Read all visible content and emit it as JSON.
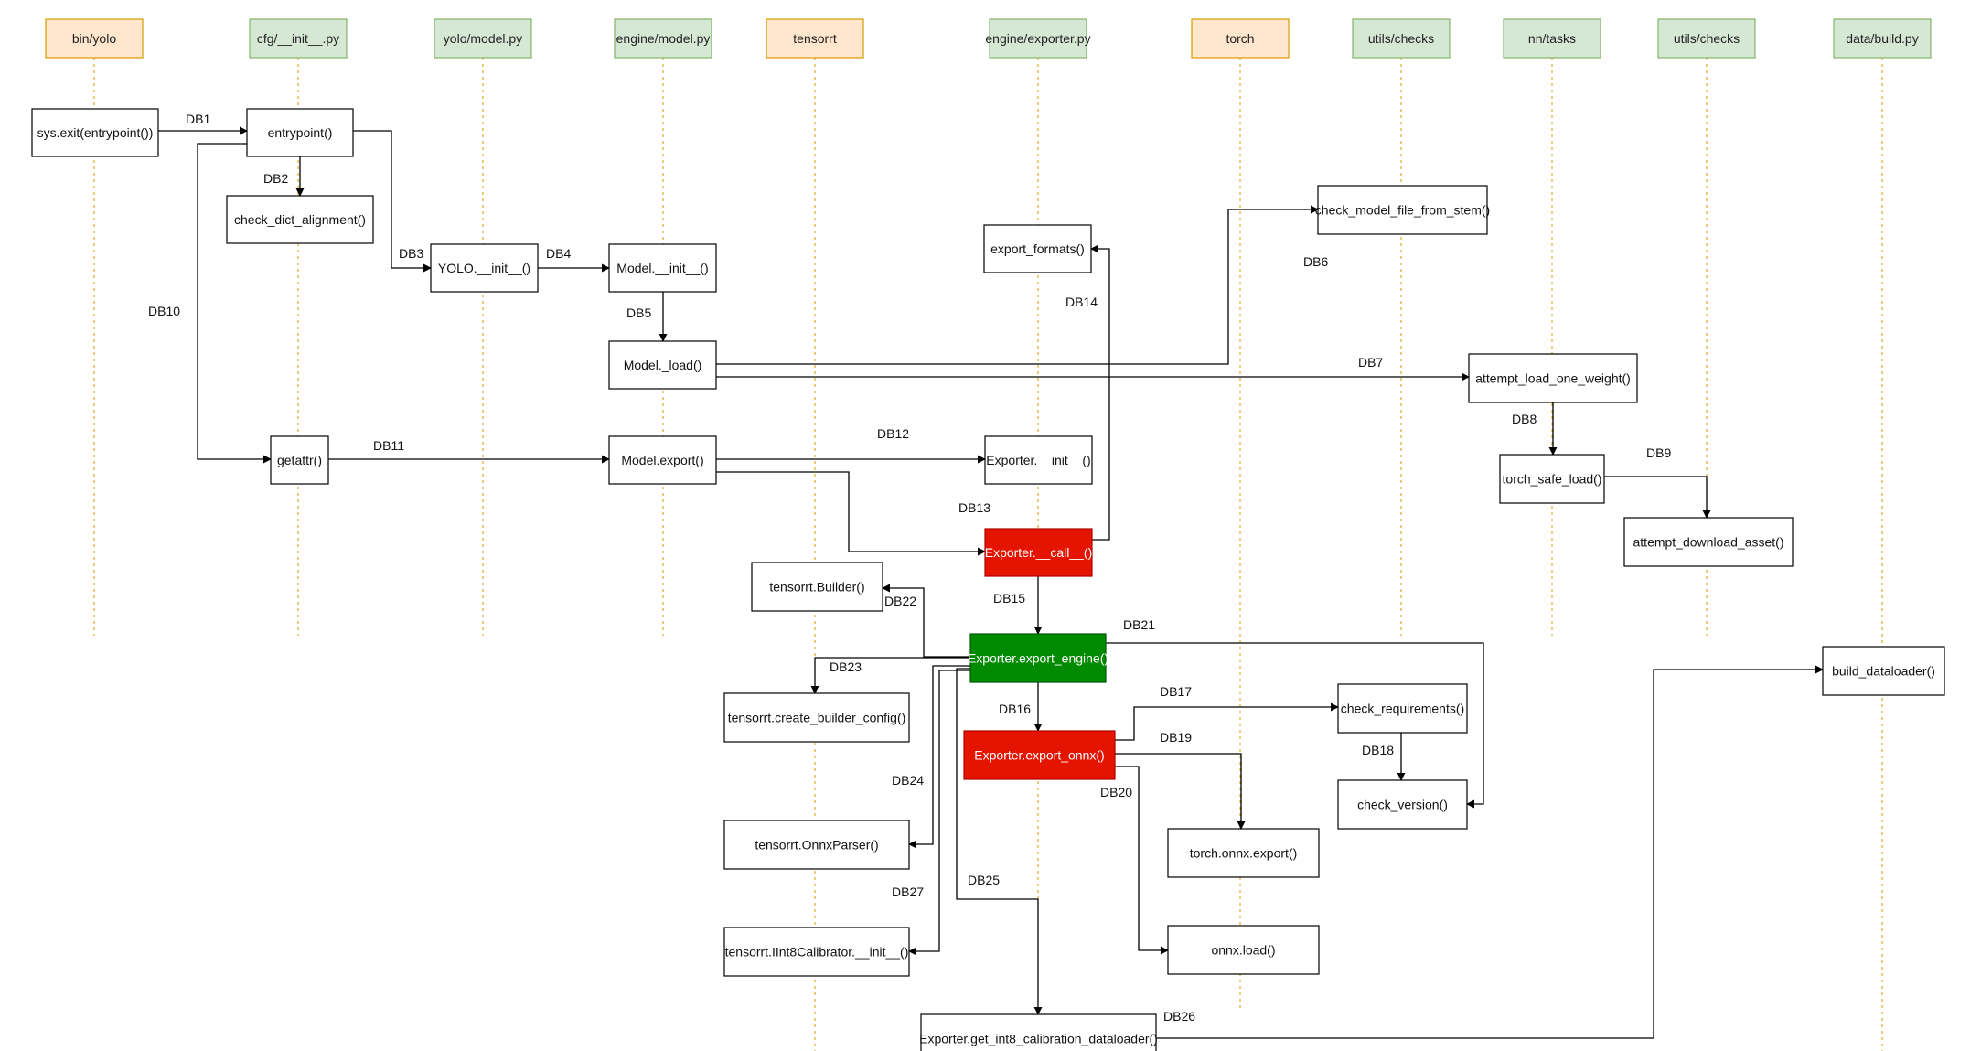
{
  "lanes": [
    {
      "id": "bin_yolo",
      "label": "bin/yolo",
      "kind": "external"
    },
    {
      "id": "cfg_init",
      "label": "cfg/__init__.py",
      "kind": "module"
    },
    {
      "id": "yolo_model",
      "label": "yolo/model.py",
      "kind": "module"
    },
    {
      "id": "engine_model",
      "label": "engine/model.py",
      "kind": "module"
    },
    {
      "id": "tensorrt",
      "label": "tensorrt",
      "kind": "external"
    },
    {
      "id": "engine_exporter",
      "label": "engine/exporter.py",
      "kind": "module"
    },
    {
      "id": "torch",
      "label": "torch",
      "kind": "external"
    },
    {
      "id": "utils_checks_1",
      "label": "utils/checks",
      "kind": "module"
    },
    {
      "id": "nn_tasks",
      "label": "nn/tasks",
      "kind": "module"
    },
    {
      "id": "utils_checks_2",
      "label": "utils/checks",
      "kind": "module"
    },
    {
      "id": "data_build",
      "label": "data/build.py",
      "kind": "module"
    }
  ],
  "boxes": [
    {
      "id": "sys_exit",
      "label": "sys.exit(entrypoint())",
      "style": "normal"
    },
    {
      "id": "entrypoint",
      "label": "entrypoint()",
      "style": "normal"
    },
    {
      "id": "check_dict",
      "label": "check_dict_alignment()",
      "style": "normal"
    },
    {
      "id": "yolo_init",
      "label": "YOLO.__init__()",
      "style": "normal"
    },
    {
      "id": "model_init",
      "label": "Model.__init__()",
      "style": "normal"
    },
    {
      "id": "model_load",
      "label": "Model._load()",
      "style": "normal"
    },
    {
      "id": "getattr",
      "label": "getattr()",
      "style": "normal"
    },
    {
      "id": "model_export",
      "label": "Model.export()",
      "style": "normal"
    },
    {
      "id": "export_formats",
      "label": "export_formats()",
      "style": "normal"
    },
    {
      "id": "check_model_file",
      "label": "check_model_file_from_stem()",
      "style": "normal"
    },
    {
      "id": "attempt_load",
      "label": "attempt_load_one_weight()",
      "style": "normal"
    },
    {
      "id": "torch_safe_load",
      "label": "torch_safe_load()",
      "style": "normal"
    },
    {
      "id": "attempt_download",
      "label": "attempt_download_asset()",
      "style": "normal"
    },
    {
      "id": "exporter_init",
      "label": "Exporter.__init__()",
      "style": "normal"
    },
    {
      "id": "exporter_call",
      "label": "Exporter.__call__()",
      "style": "red"
    },
    {
      "id": "trt_builder",
      "label": "tensorrt.Builder()",
      "style": "normal"
    },
    {
      "id": "export_engine",
      "label": "Exporter.export_engine()",
      "style": "green"
    },
    {
      "id": "trt_config",
      "label": "tensorrt.create_builder_config()",
      "style": "normal"
    },
    {
      "id": "export_onnx",
      "label": "Exporter.export_onnx()",
      "style": "red"
    },
    {
      "id": "check_requirements",
      "label": "check_requirements()",
      "style": "normal"
    },
    {
      "id": "check_version",
      "label": "check_version()",
      "style": "normal"
    },
    {
      "id": "torch_onnx_export",
      "label": "torch.onnx.export()",
      "style": "normal"
    },
    {
      "id": "trt_onnxparser",
      "label": "tensorrt.OnnxParser()",
      "style": "normal"
    },
    {
      "id": "onnx_load",
      "label": "onnx.load()",
      "style": "normal"
    },
    {
      "id": "trt_calibrator",
      "label": "tensorrt.IInt8Calibrator.__init__()",
      "style": "normal"
    },
    {
      "id": "get_dataloader",
      "label": "Exporter.get_int8_calibration_dataloader()",
      "style": "normal"
    },
    {
      "id": "build_dataloader",
      "label": "build_dataloader()",
      "style": "normal"
    }
  ],
  "edges": [
    {
      "id": "DB1",
      "label": "DB1",
      "from": "sys_exit",
      "to": "entrypoint"
    },
    {
      "id": "DB2",
      "label": "DB2",
      "from": "entrypoint",
      "to": "check_dict"
    },
    {
      "id": "DB3",
      "label": "DB3",
      "from": "entrypoint",
      "to": "yolo_init"
    },
    {
      "id": "DB4",
      "label": "DB4",
      "from": "yolo_init",
      "to": "model_init"
    },
    {
      "id": "DB5",
      "label": "DB5",
      "from": "model_init",
      "to": "model_load"
    },
    {
      "id": "DB6",
      "label": "DB6",
      "from": "model_load",
      "to": "check_model_file"
    },
    {
      "id": "DB7",
      "label": "DB7",
      "from": "model_load",
      "to": "attempt_load"
    },
    {
      "id": "DB8",
      "label": "DB8",
      "from": "attempt_load",
      "to": "torch_safe_load"
    },
    {
      "id": "DB9",
      "label": "DB9",
      "from": "torch_safe_load",
      "to": "attempt_download"
    },
    {
      "id": "DB10",
      "label": "DB10",
      "from": "entrypoint",
      "to": "getattr"
    },
    {
      "id": "DB11",
      "label": "DB11",
      "from": "getattr",
      "to": "model_export"
    },
    {
      "id": "DB12",
      "label": "DB12",
      "from": "model_export",
      "to": "exporter_init"
    },
    {
      "id": "DB13",
      "label": "DB13",
      "from": "model_export",
      "to": "exporter_call"
    },
    {
      "id": "DB14",
      "label": "DB14",
      "from": "exporter_call",
      "to": "export_formats"
    },
    {
      "id": "DB15",
      "label": "DB15",
      "from": "exporter_call",
      "to": "export_engine"
    },
    {
      "id": "DB16",
      "label": "DB16",
      "from": "export_engine",
      "to": "export_onnx"
    },
    {
      "id": "DB17",
      "label": "DB17",
      "from": "export_onnx",
      "to": "check_requirements"
    },
    {
      "id": "DB18",
      "label": "DB18",
      "from": "check_requirements",
      "to": "check_version"
    },
    {
      "id": "DB19",
      "label": "DB19",
      "from": "export_onnx",
      "to": "torch_onnx_export"
    },
    {
      "id": "DB20",
      "label": "DB20",
      "from": "export_onnx",
      "to": "onnx_load"
    },
    {
      "id": "DB21",
      "label": "DB21",
      "from": "export_engine",
      "to": "check_version"
    },
    {
      "id": "DB22",
      "label": "DB22",
      "from": "export_engine",
      "to": "trt_builder"
    },
    {
      "id": "DB23",
      "label": "DB23",
      "from": "export_engine",
      "to": "trt_config"
    },
    {
      "id": "DB24",
      "label": "DB24",
      "from": "export_engine",
      "to": "trt_onnxparser"
    },
    {
      "id": "DB25",
      "label": "DB25",
      "from": "export_engine",
      "to": "get_dataloader"
    },
    {
      "id": "DB26",
      "label": "DB26",
      "from": "get_dataloader",
      "to": "build_dataloader"
    },
    {
      "id": "DB27",
      "label": "DB27",
      "from": "export_engine",
      "to": "trt_calibrator"
    }
  ],
  "colors": {
    "lane_module_fill": "#d5e8d4",
    "lane_module_stroke": "#82b366",
    "lane_external_fill": "#ffe6cc",
    "lane_external_stroke": "#d79b00",
    "lifeline": "#d79b00",
    "red_fill": "#e51400",
    "green_fill": "#008a00",
    "edge": "#000000"
  }
}
